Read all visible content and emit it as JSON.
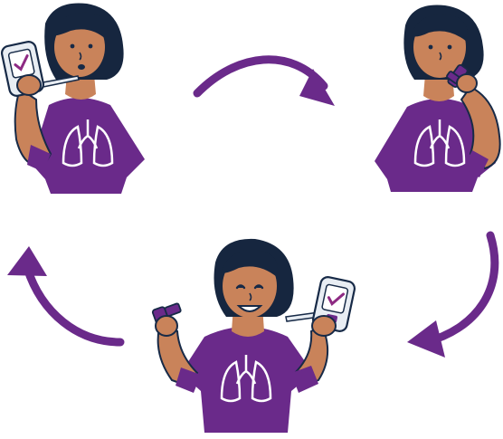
{
  "diagram": {
    "type": "cycle",
    "steps": [
      {
        "id": "step-1",
        "figure": "person-breathing-into-peak-flow-meter",
        "props": [
          "peak-flow-meter",
          "mouthpiece"
        ]
      },
      {
        "id": "step-2",
        "figure": "person-using-inhaler",
        "props": [
          "inhaler"
        ]
      },
      {
        "id": "step-3",
        "figure": "person-smiling-with-inhaler-and-meter",
        "props": [
          "inhaler",
          "peak-flow-meter"
        ]
      }
    ],
    "connectors": [
      {
        "from": "step-1",
        "to": "step-2",
        "icon": "curved-arrow-right-icon"
      },
      {
        "from": "step-2",
        "to": "step-3",
        "icon": "curved-arrow-down-icon"
      },
      {
        "from": "step-3",
        "to": "step-1",
        "icon": "curved-arrow-up-icon"
      }
    ]
  },
  "colors": {
    "accent": "#6a2a8a",
    "shirt": "#6a2a8a",
    "shirt_dark": "#5a1f79",
    "skin": "#c9835a",
    "skin_shadow": "#b06d47",
    "hair": "#16263f",
    "outline": "#172a47",
    "device": "#e8edf3",
    "check": "#8e2a83",
    "lungs": "#ffffff"
  }
}
